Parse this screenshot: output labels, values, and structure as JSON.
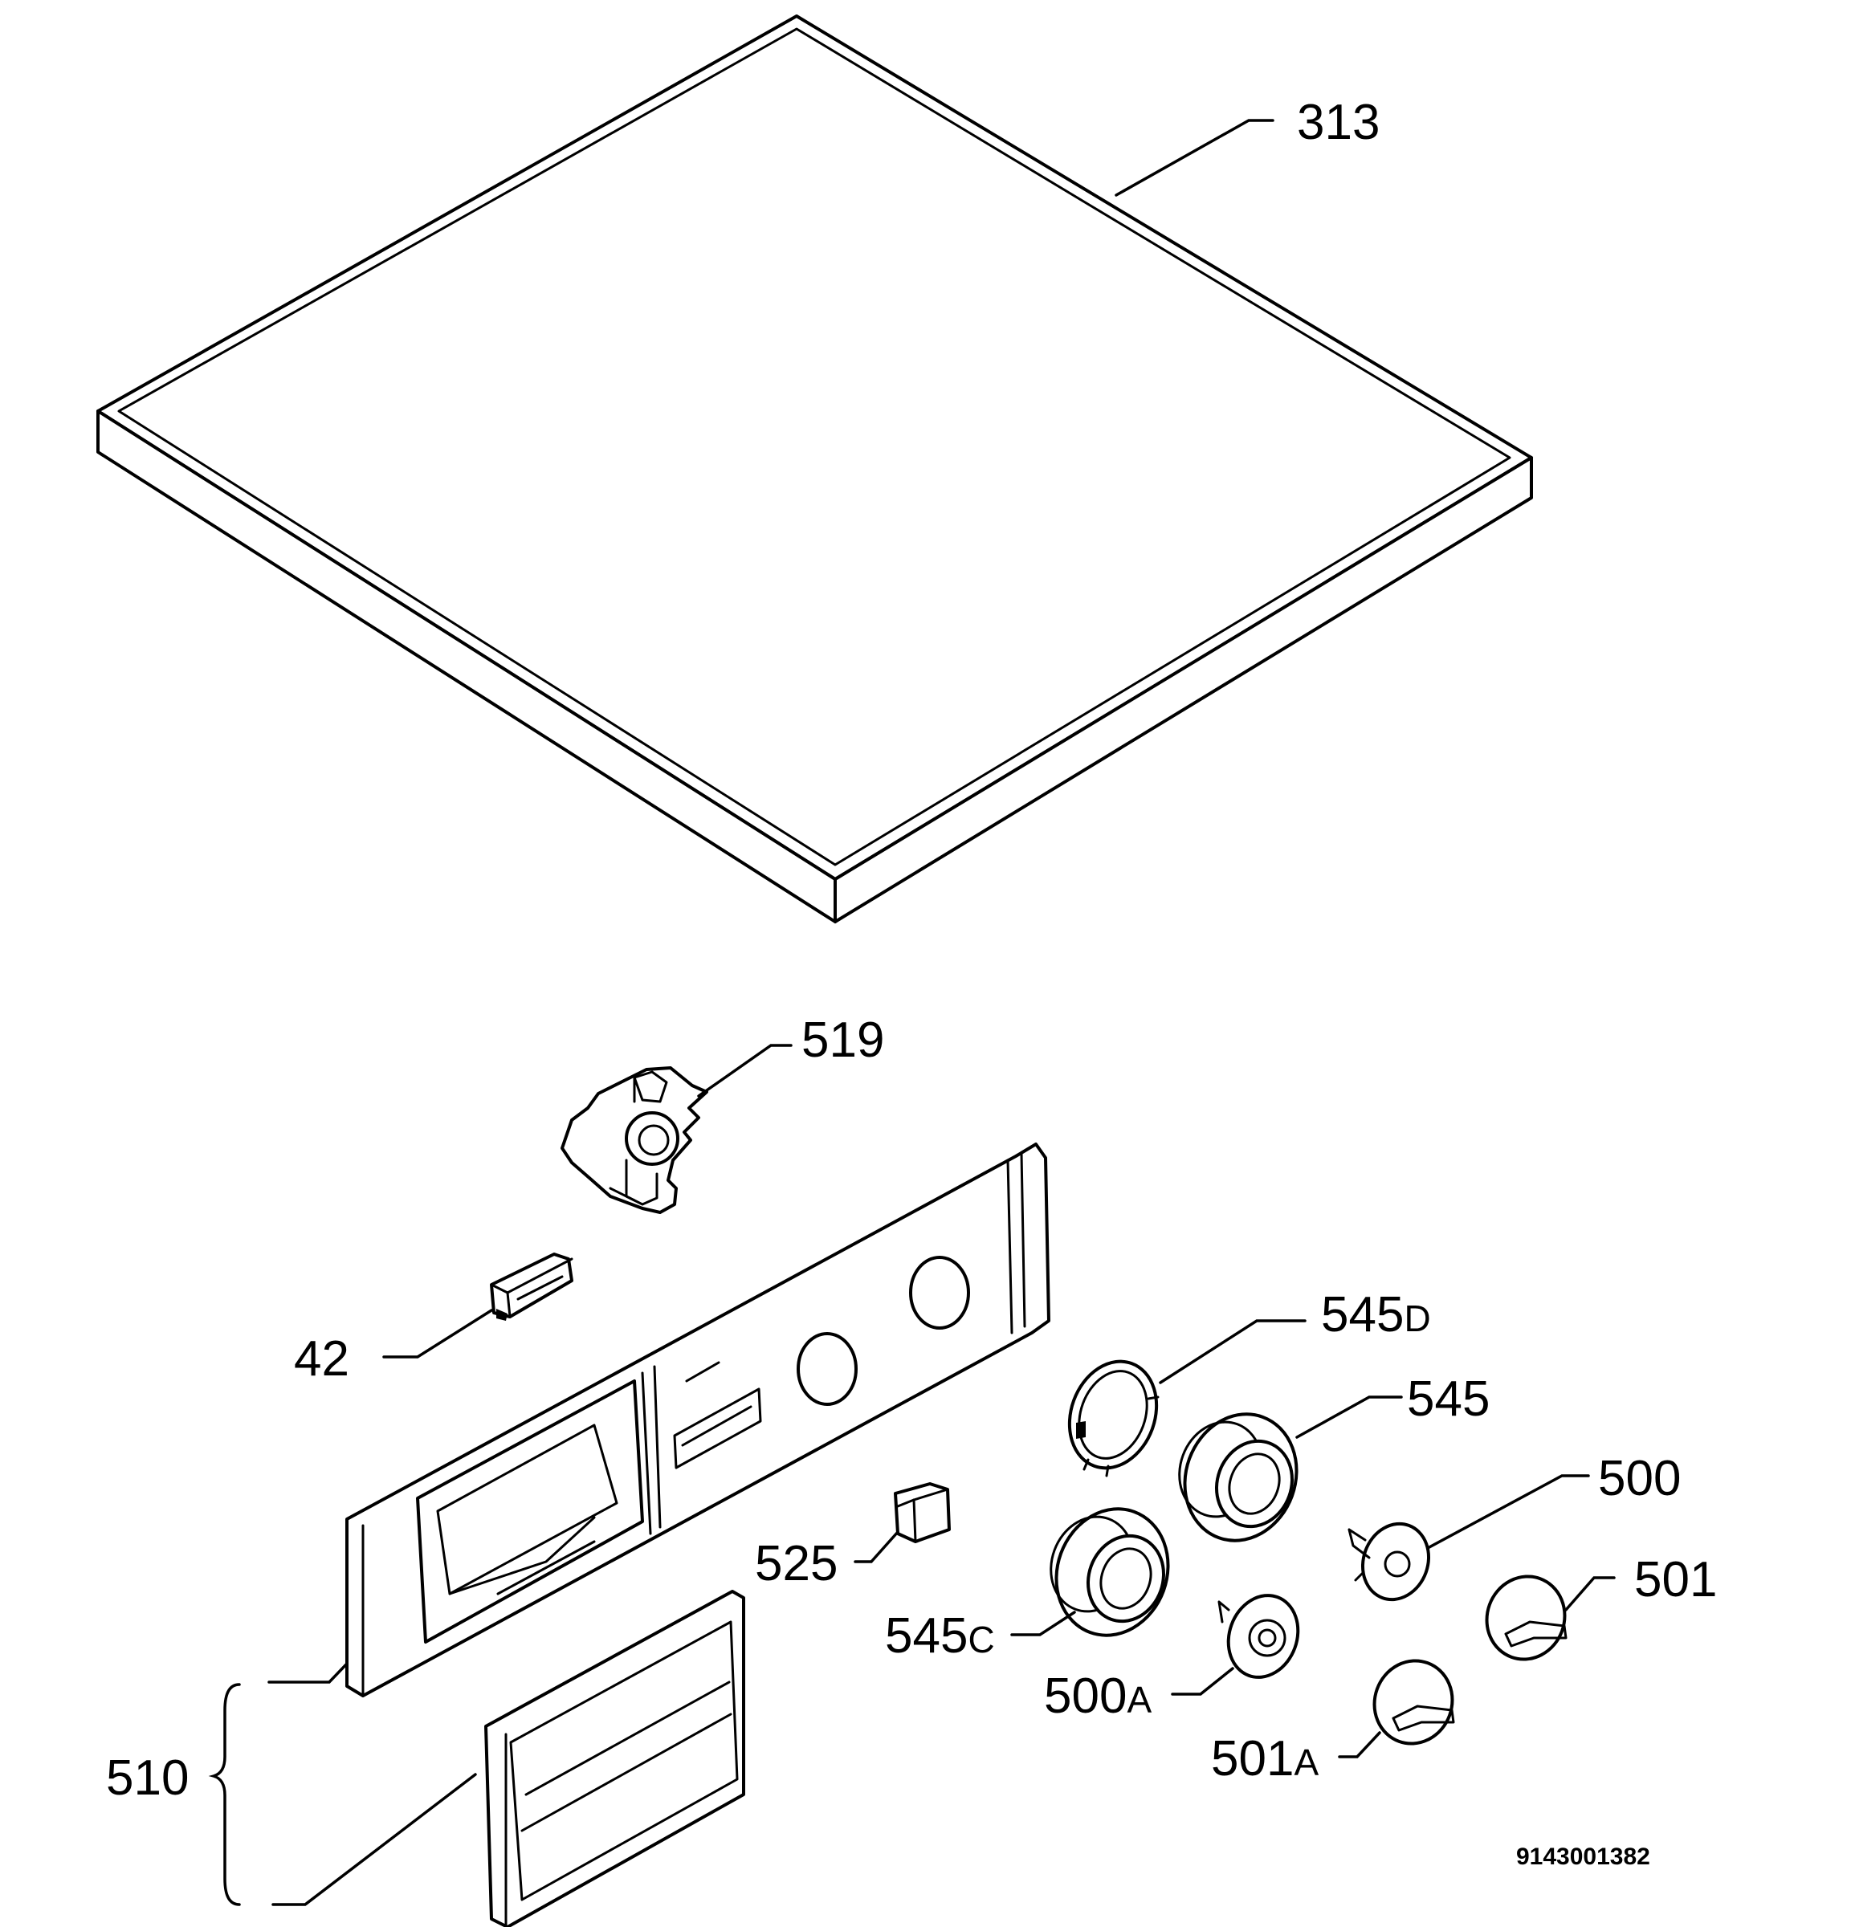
{
  "callouts": [
    {
      "id": "313",
      "num": "313",
      "suffix": ""
    },
    {
      "id": "519",
      "num": "519",
      "suffix": ""
    },
    {
      "id": "42",
      "num": "42",
      "suffix": ""
    },
    {
      "id": "545d",
      "num": "545",
      "suffix": "D"
    },
    {
      "id": "545",
      "num": "545",
      "suffix": ""
    },
    {
      "id": "500",
      "num": "500",
      "suffix": ""
    },
    {
      "id": "525",
      "num": "525",
      "suffix": ""
    },
    {
      "id": "501",
      "num": "501",
      "suffix": ""
    },
    {
      "id": "545c",
      "num": "545",
      "suffix": "C"
    },
    {
      "id": "500a",
      "num": "500",
      "suffix": "A"
    },
    {
      "id": "501a",
      "num": "501",
      "suffix": "A"
    },
    {
      "id": "510",
      "num": "510",
      "suffix": ""
    }
  ],
  "drawing_number": "9143001382"
}
